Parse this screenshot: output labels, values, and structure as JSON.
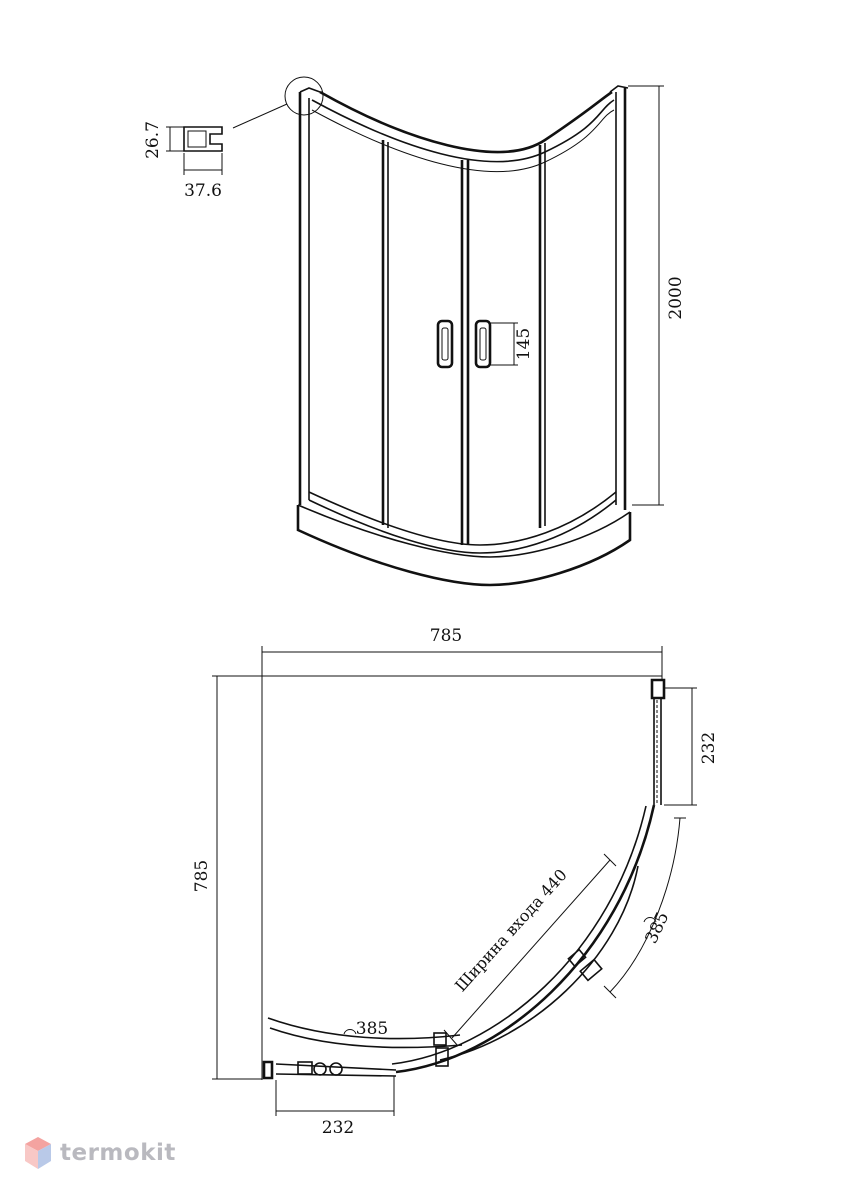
{
  "front_view": {
    "height_label": "2000",
    "handle_label": "145",
    "profile_height_label": "26.7",
    "profile_width_label": "37.6"
  },
  "plan_view": {
    "width_label": "785",
    "depth_label": "785",
    "side_panel_top_label": "232",
    "side_panel_bottom_label": "232",
    "arc_label_right": "385",
    "arc_label_left": "385",
    "entrance_label": "Ширина входа 440"
  },
  "logo": {
    "text": "termokit",
    "color": "#b9b9bf"
  }
}
